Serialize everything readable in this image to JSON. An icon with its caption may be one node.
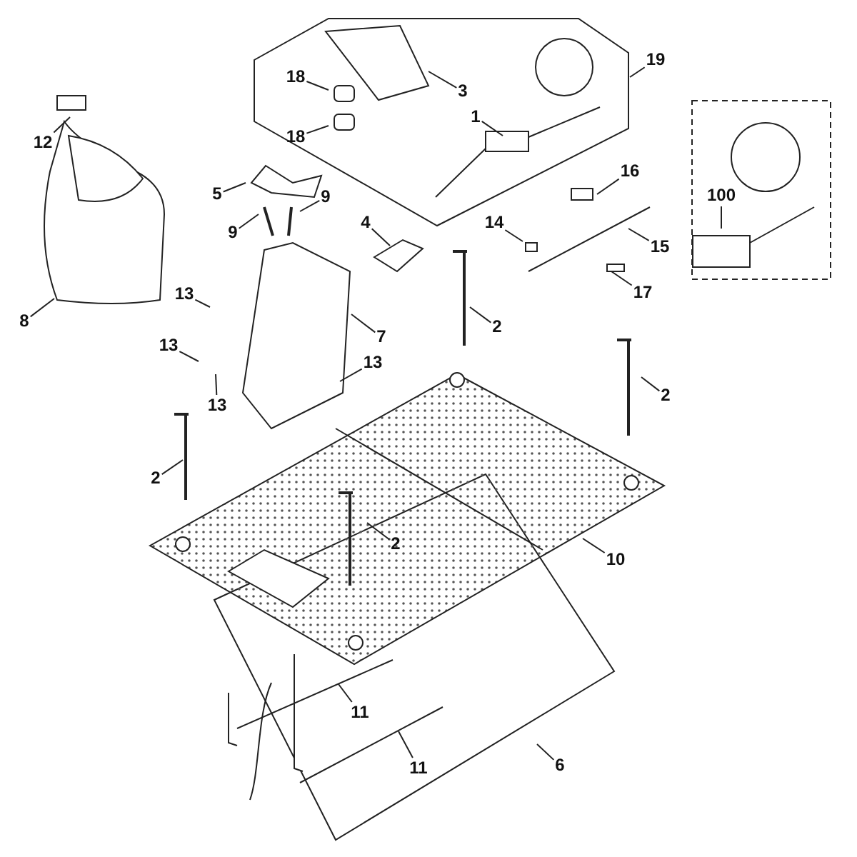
{
  "diagram": {
    "nodes": [
      {
        "text": [],
        "shape": "box"
      },
      {
        "text": [
          "18"
        ],
        "in": 0
      },
      {
        "text": [
          "18"
        ],
        "in": 0
      },
      {
        "text": [
          "3"
        ],
        "in": 0
      },
      {
        "text": [
          "1"
        ],
        "in": 0
      },
      {
        "text": [
          "19"
        ]
      },
      {
        "text": [],
        "shape": "box"
      },
      {
        "text": [
          "100"
        ],
        "in": 6
      },
      {
        "text": [
          "12"
        ]
      },
      {
        "text": [
          "5"
        ]
      },
      {
        "text": [
          "9"
        ]
      },
      {
        "text": [
          "9"
        ]
      },
      {
        "text": [
          "4"
        ]
      },
      {
        "text": [
          "16"
        ]
      },
      {
        "text": [
          "14"
        ]
      },
      {
        "text": [
          "15"
        ]
      },
      {
        "text": [
          "17"
        ]
      },
      {
        "text": [
          "8"
        ]
      },
      {
        "text": [
          "13"
        ]
      },
      {
        "text": [
          "7"
        ]
      },
      {
        "text": [
          "13"
        ]
      },
      {
        "text": [
          "13"
        ]
      },
      {
        "text": [
          "13"
        ]
      },
      {
        "text": [
          "2"
        ]
      },
      {
        "text": [
          "2"
        ]
      },
      {
        "text": [
          "2"
        ]
      },
      {
        "text": [
          "2"
        ]
      },
      {
        "text": [
          "10"
        ]
      },
      {
        "text": [
          "11"
        ]
      },
      {
        "text": [
          "11"
        ]
      },
      {
        "text": [
          "6"
        ]
      }
    ],
    "edges": [
      {
        "from": 1,
        "to": null,
        "arrow": "none"
      },
      {
        "from": 2,
        "to": null,
        "arrow": "none"
      },
      {
        "from": 3,
        "to": null,
        "arrow": "none"
      },
      {
        "from": 4,
        "to": null,
        "arrow": "none"
      },
      {
        "from": 5,
        "to": 0,
        "arrow": "none"
      },
      {
        "from": 7,
        "to": null,
        "arrow": "none"
      },
      {
        "from": 8,
        "to": null,
        "arrow": "none"
      },
      {
        "from": 9,
        "to": null,
        "arrow": "none"
      },
      {
        "from": 10,
        "to": null,
        "arrow": "none"
      },
      {
        "from": 11,
        "to": null,
        "arrow": "none"
      },
      {
        "from": 12,
        "to": null,
        "arrow": "none"
      },
      {
        "from": 13,
        "to": null,
        "arrow": "none"
      },
      {
        "from": 14,
        "to": null,
        "arrow": "none"
      },
      {
        "from": 15,
        "to": null,
        "arrow": "none"
      },
      {
        "from": 16,
        "to": null,
        "arrow": "none"
      },
      {
        "from": 17,
        "to": null,
        "arrow": "none"
      },
      {
        "from": 18,
        "to": null,
        "arrow": "none"
      },
      {
        "from": 19,
        "to": null,
        "arrow": "none"
      },
      {
        "from": 20,
        "to": null,
        "arrow": "none"
      },
      {
        "from": 21,
        "to": null,
        "arrow": "none"
      },
      {
        "from": 22,
        "to": null,
        "arrow": "none"
      },
      {
        "from": 23,
        "to": null,
        "arrow": "none"
      },
      {
        "from": 24,
        "to": null,
        "arrow": "none"
      },
      {
        "from": 25,
        "to": null,
        "arrow": "none"
      },
      {
        "from": 26,
        "to": null,
        "arrow": "none"
      },
      {
        "from": 27,
        "to": null,
        "arrow": "none"
      },
      {
        "from": 28,
        "to": null,
        "arrow": "none"
      },
      {
        "from": 29,
        "to": null,
        "arrow": "none"
      },
      {
        "from": 30,
        "to": null,
        "arrow": "none"
      }
    ]
  }
}
